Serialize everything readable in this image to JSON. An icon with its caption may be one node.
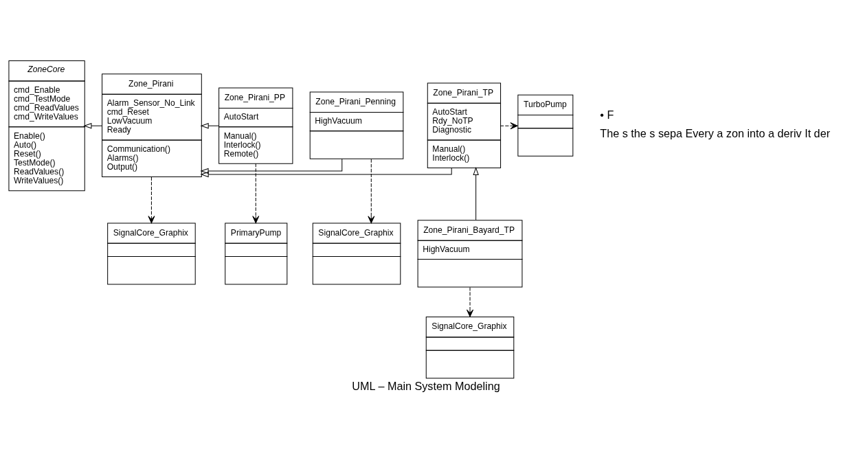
{
  "diagram": {
    "caption": "UML – Main System Modeling",
    "nodes": [
      {
        "text": [
          "ZoneCore",
          "cmd_Enable",
          "cmd_TestMode",
          "cmd_ReadValues",
          "cmd_WriteValues",
          "Enable()",
          "Auto()",
          "Reset()",
          "TestMode()",
          "ReadValues()",
          "WriteValues()"
        ]
      },
      {
        "text": [
          "Zone_Pirani",
          "Alarm_Sensor_No_Link",
          "cmd_Reset",
          "LowVacuum",
          "Ready",
          "Communication()",
          "Alarms()",
          "Output()"
        ]
      },
      {
        "text": [
          "Zone_Pirani_PP",
          "AutoStart",
          "Manual()",
          "Interlock()",
          "Remote()"
        ]
      },
      {
        "text": [
          "Zone_Pirani_Penning",
          "HighVacuum"
        ]
      },
      {
        "text": [
          "Zone_Pirani_TP",
          "AutoStart",
          "Rdy_NoTP",
          "Diagnostic",
          "Manual()",
          "Interlock()"
        ]
      },
      {
        "text": [
          "TurboPump"
        ]
      },
      {
        "text": [
          "SignalCore_Graphix"
        ]
      },
      {
        "text": [
          "PrimaryPump"
        ]
      },
      {
        "text": [
          "SignalCore_Graphix"
        ]
      },
      {
        "text": [
          "Zone_Pirani_Bayard_TP",
          "HighVacuum"
        ]
      },
      {
        "text": [
          "SignalCore_Graphix"
        ]
      }
    ],
    "edges": [
      {
        "from": 1,
        "to": 0,
        "arrow": "to"
      },
      {
        "from": 2,
        "to": 1,
        "arrow": "to"
      },
      {
        "from": 3,
        "to": 1,
        "arrow": "to"
      },
      {
        "from": 4,
        "to": 1,
        "arrow": "to"
      },
      {
        "from": 1,
        "to": 8,
        "arrow": "to",
        "style": "dashed"
      },
      {
        "from": 2,
        "to": 7,
        "arrow": "to",
        "style": "dashed"
      },
      {
        "from": 3,
        "to": 6,
        "arrow": "to",
        "style": "dashed"
      },
      {
        "from": 4,
        "to": 5,
        "arrow": "to",
        "style": "dashed"
      },
      {
        "from": 9,
        "to": 4,
        "arrow": "to"
      },
      {
        "from": 9,
        "to": 10,
        "arrow": "to",
        "style": "dashed"
      }
    ],
    "labels": [
      "• F",
      "The s the s sepa Every a zon into a deriv It der"
    ]
  }
}
